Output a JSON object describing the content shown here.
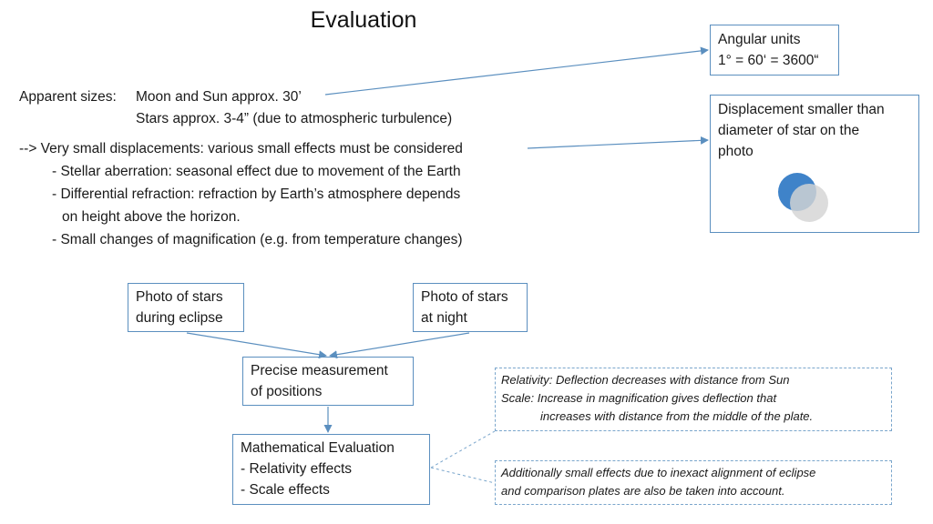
{
  "title": "Evaluation",
  "apparent": {
    "label": "Apparent sizes:",
    "moon_sun": "Moon and Sun approx. 30’",
    "stars": "Stars approx. 3-4”  (due to atmospheric turbulence)"
  },
  "effects": {
    "intro": "--> Very small displacements: various small effects must be considered",
    "items": [
      "- Stellar aberration: seasonal effect due to movement of the Earth",
      "- Differential refraction: refraction by Earth’s atmosphere depends",
      "on height above the horizon.",
      "- Small changes of magnification (e.g. from temperature changes)"
    ]
  },
  "angular_box": {
    "line1": "Angular units",
    "line2": "1° = 60‘ = 3600“"
  },
  "displacement_box": {
    "line1": "Displacement smaller than",
    "line2": "diameter of star on the",
    "line3": "photo"
  },
  "flow": {
    "eclipse": [
      "Photo of stars",
      "during eclipse"
    ],
    "night": [
      "Photo of stars",
      "at night"
    ],
    "measure": [
      "Precise measurement",
      "of positions"
    ],
    "math": [
      "Mathematical Evaluation",
      "- Relativity effects",
      "- Scale effects"
    ]
  },
  "notes": {
    "relativity": "Relativity: Deflection decreases with  distance from Sun",
    "scale1": "Scale: Increase in magnification gives deflection that",
    "scale2": "increases with distance from the middle of the plate.",
    "additional1": "Additionally small effects due to inexact alignment of eclipse",
    "additional2": "and comparison plates are also be taken into account."
  },
  "colors": {
    "box_border": "#5b8fbf",
    "arrow": "#5b8fbf",
    "star_blue": "#3f83c9",
    "star_gray": "#d4d4d4"
  }
}
